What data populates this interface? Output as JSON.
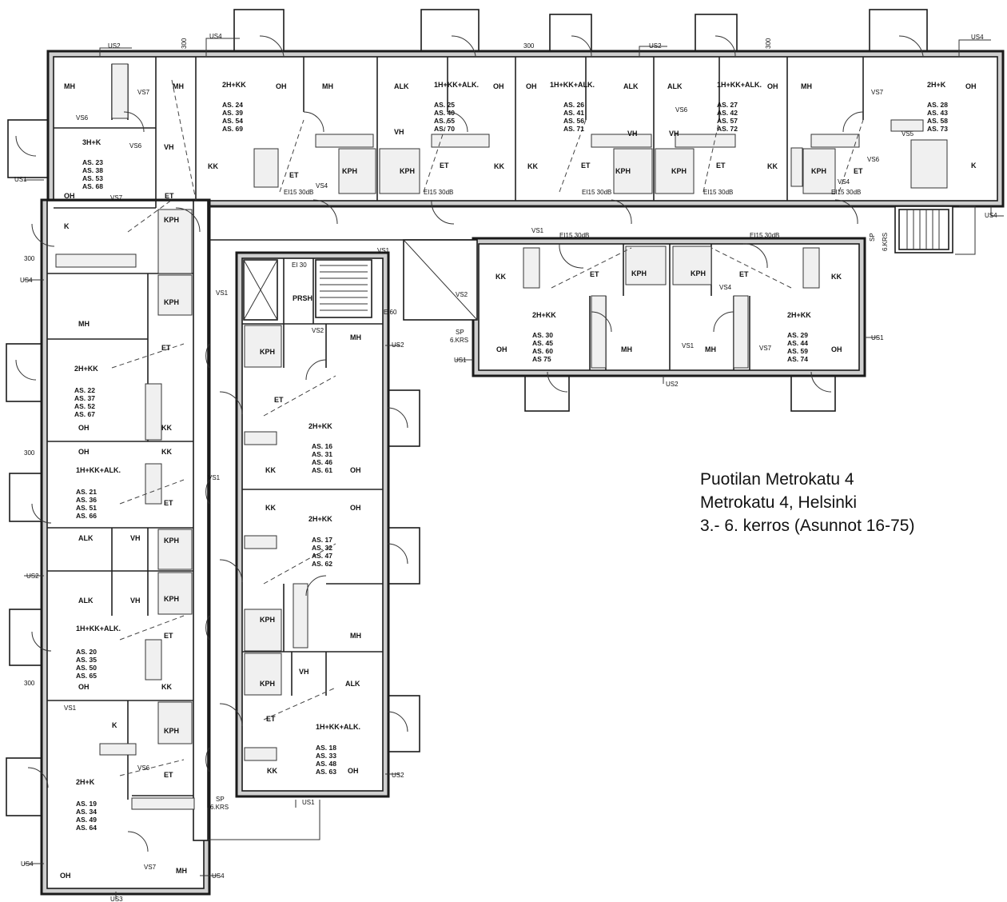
{
  "caption": {
    "line1": "Puotilan Metrokatu 4",
    "line2": "Metrokatu 4, Helsinki",
    "line3": "3.- 6. kerros (Asunnot 16-75)"
  },
  "units": {
    "u01": {
      "type": "3H+K",
      "as": [
        "AS. 23",
        "AS. 38",
        "AS. 53",
        "AS. 68"
      ]
    },
    "u02": {
      "type": "2H+KK",
      "as": [
        "AS. 24",
        "AS. 39",
        "AS. 54",
        "AS. 69"
      ]
    },
    "u03": {
      "type": "1H+KK+ALK.",
      "as": [
        "AS. 25",
        "AS. 40",
        "AS. 55",
        "AS. 70"
      ]
    },
    "u04": {
      "type": "1H+KK+ALK.",
      "as": [
        "AS. 26",
        "AS. 41",
        "AS. 56",
        "AS. 71"
      ]
    },
    "u05": {
      "type": "1H+KK+ALK.",
      "as": [
        "AS. 27",
        "AS. 42",
        "AS. 57",
        "AS. 72"
      ]
    },
    "u06": {
      "type": "2H+K",
      "as": [
        "AS. 28",
        "AS. 43",
        "AS. 58",
        "AS. 73"
      ]
    },
    "u07": {
      "type": "2H+KK",
      "as": [
        "AS. 30",
        "AS. 45",
        "AS. 60",
        "AS  75"
      ]
    },
    "u08": {
      "type": "2H+KK",
      "as": [
        "AS. 29",
        "AS. 44",
        "AS. 59",
        "AS. 74"
      ]
    },
    "u09": {
      "type": "2H+KK",
      "as": [
        "AS. 22",
        "AS. 37",
        "AS. 52",
        "AS. 67"
      ]
    },
    "u10": {
      "type": "2H+KK",
      "as": [
        "AS. 16",
        "AS. 31",
        "AS. 46",
        "AS. 61"
      ]
    },
    "u11": {
      "type": "1H+KK+ALK.",
      "as": [
        "AS. 21",
        "AS. 36",
        "AS. 51",
        "AS. 66"
      ]
    },
    "u12": {
      "type": "2H+KK",
      "as": [
        "AS. 17",
        "AS. 32",
        "AS. 47",
        "AS. 62"
      ]
    },
    "u13": {
      "type": "1H+KK+ALK.",
      "as": [
        "AS. 20",
        "AS. 35",
        "AS. 50",
        "AS. 65"
      ]
    },
    "u14": {
      "type": "1H+KK+ALK.",
      "as": [
        "AS. 18",
        "AS. 33",
        "AS. 48",
        "AS. 63"
      ]
    },
    "u15": {
      "type": "2H+K",
      "as": [
        "AS. 19",
        "AS. 34",
        "AS. 49",
        "AS. 64"
      ]
    }
  },
  "rooms": {
    "mh": "MH",
    "oh": "OH",
    "kk": "KK",
    "k": "K",
    "alk": "ALK",
    "vh": "VH",
    "kph": "KPH",
    "et": "ET",
    "prsh": "PRSH"
  },
  "marks": {
    "us1": "US1",
    "us2": "US2",
    "us3": "US3",
    "us4": "US4",
    "vs1": "VS1",
    "vs2": "VS2",
    "vs4": "VS4",
    "vs5": "VS5",
    "vs6": "VS6",
    "vs7": "VS7",
    "m300": "300",
    "e1530": "EI15 30dB",
    "ei30": "EI 30",
    "e60": "E 60",
    "sp6": "SP",
    "sp6b": "6.KRS"
  }
}
